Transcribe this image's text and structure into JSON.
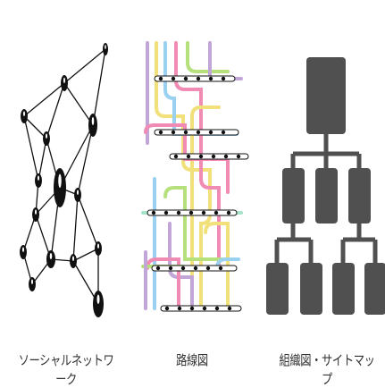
{
  "captions": {
    "social_network": "ソーシャルネットワーク",
    "route_map": "路線図",
    "org_chart": "組織図・サイトマップ"
  },
  "colors": {
    "ink": "#111111",
    "org_box": "#505050",
    "route_lines": [
      "#c3a6d8",
      "#f2e07a",
      "#9ad0f0",
      "#f08cb4",
      "#b6e07c",
      "#a6e3c8"
    ]
  },
  "icons": {
    "social_network": "social-network-graph-icon",
    "route_map": "route-map-icon",
    "org_chart": "org-chart-icon"
  }
}
